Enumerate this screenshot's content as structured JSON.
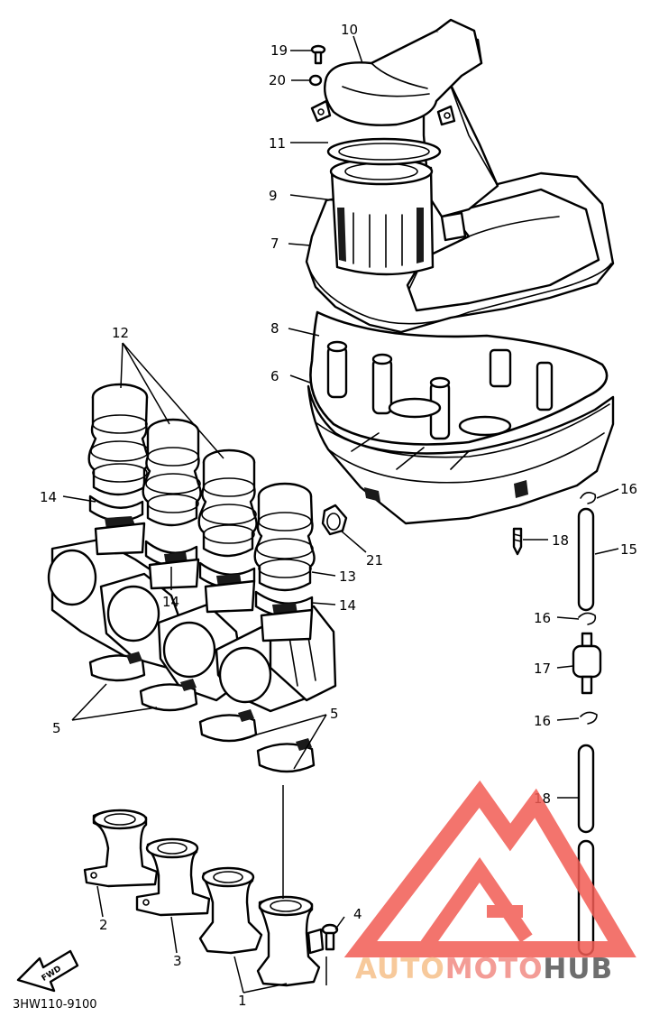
{
  "diagram": {
    "code": "3HW110-9100",
    "fwd_label": "FWD",
    "callouts": [
      "1",
      "2",
      "3",
      "4",
      "5",
      "5",
      "6",
      "7",
      "8",
      "9",
      "10",
      "11",
      "12",
      "13",
      "13",
      "14",
      "14",
      "14",
      "15",
      "16",
      "16",
      "16",
      "17",
      "18",
      "19",
      "20",
      "21"
    ]
  },
  "watermark": {
    "part1": "AUTO",
    "part2": "MOTO",
    "part3": "HUB",
    "colors": {
      "auto": "#f6c08a",
      "moto": "#f28b84",
      "hub": "#555555",
      "logo": "#f25c54"
    }
  }
}
